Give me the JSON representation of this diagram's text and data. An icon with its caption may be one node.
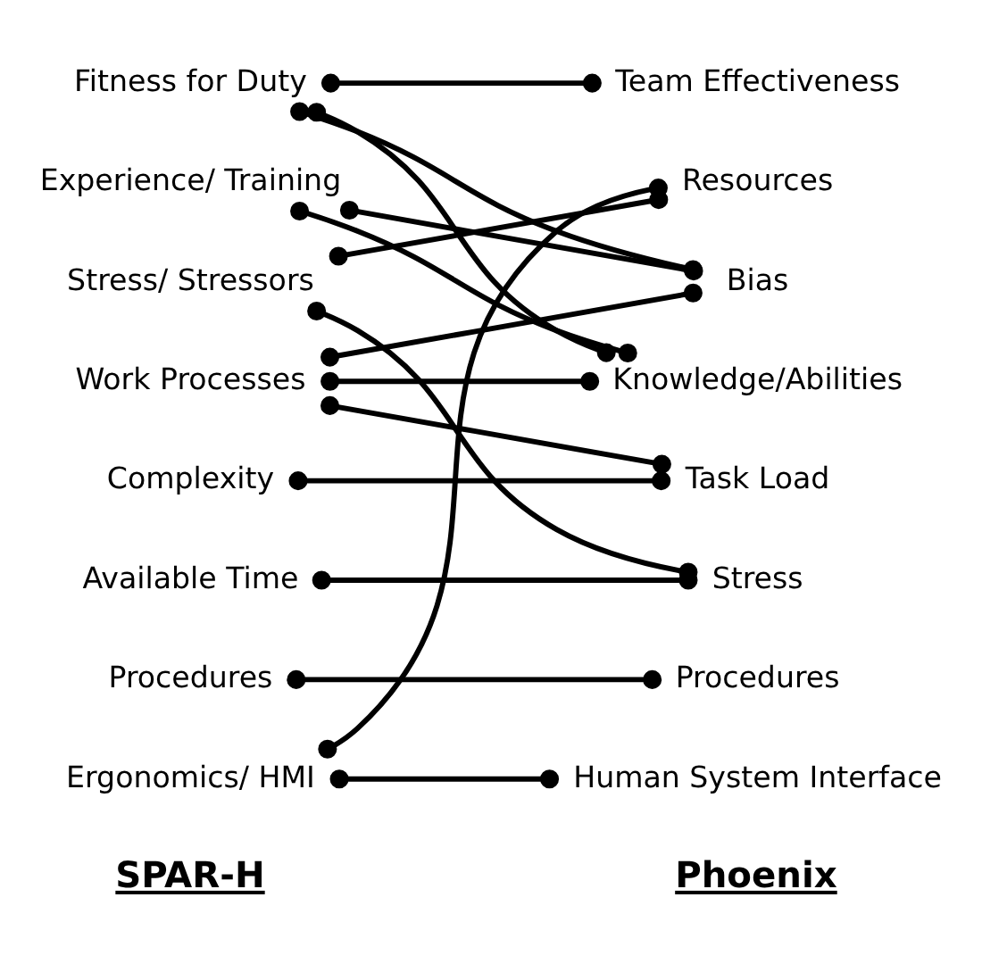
{
  "diagram": {
    "nodes": [
      {
        "text": [
          "Ergonomics/ HMI"
        ]
      },
      {
        "text": [
          "Procedures"
        ]
      },
      {
        "text": [
          "Available Time"
        ]
      },
      {
        "text": [
          "Complexity"
        ]
      },
      {
        "text": [
          "Work Processes"
        ]
      },
      {
        "text": [
          "Stress/ Stressors"
        ]
      },
      {
        "text": [
          "Experience/ Training"
        ]
      },
      {
        "text": [
          "Fitness for Duty"
        ]
      },
      {
        "text": [
          "Human System Interface"
        ]
      },
      {
        "text": [
          "Procedures"
        ]
      },
      {
        "text": [
          "Stress"
        ]
      },
      {
        "text": [
          "Task Load"
        ]
      },
      {
        "text": [
          "Knowledge/Abilities"
        ]
      },
      {
        "text": [
          "Bias"
        ]
      },
      {
        "text": [
          "Resources"
        ]
      },
      {
        "text": [
          "Team Effectiveness"
        ]
      }
    ],
    "edges": [
      {
        "from": 0,
        "to": 8,
        "arrow": "other"
      },
      {
        "from": 0,
        "to": 14,
        "arrow": "other"
      },
      {
        "from": 1,
        "to": 9,
        "arrow": "other"
      },
      {
        "from": 2,
        "to": 10,
        "arrow": "other"
      },
      {
        "from": 3,
        "to": 11,
        "arrow": "other"
      },
      {
        "from": 5,
        "to": 10,
        "arrow": "other"
      },
      {
        "from": 4,
        "to": 11,
        "arrow": "other"
      },
      {
        "from": 4,
        "to": 12,
        "arrow": "other"
      },
      {
        "from": 4,
        "to": 13,
        "arrow": "other"
      },
      {
        "from": 5,
        "to": 14,
        "arrow": "other"
      },
      {
        "from": 6,
        "to": 12,
        "arrow": "other"
      },
      {
        "from": 6,
        "to": 13,
        "arrow": "other"
      },
      {
        "from": 7,
        "to": 12,
        "arrow": "other"
      },
      {
        "from": 7,
        "to": 13,
        "arrow": "other"
      },
      {
        "from": 7,
        "to": 15,
        "arrow": "other"
      }
    ],
    "labels": [
      "SPAR-H",
      "Phoenix"
    ]
  }
}
